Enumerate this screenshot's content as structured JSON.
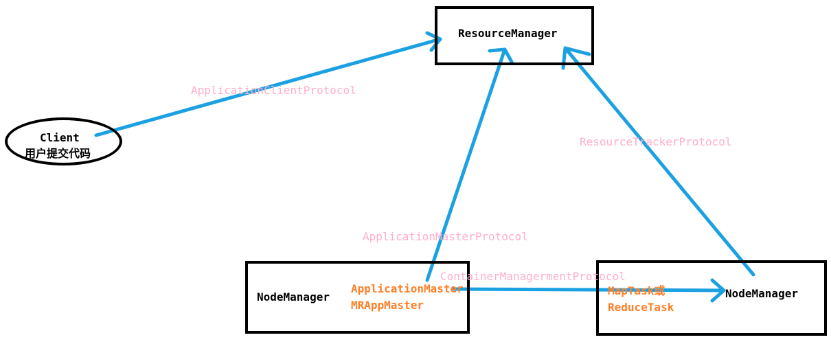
{
  "resource_manager": {
    "label": "ResourceManager"
  },
  "client": {
    "line1": "Client",
    "line2": "用户提交代码"
  },
  "node_manager_left": {
    "label": "NodeManager",
    "app_master_line1": "ApplicationMaster",
    "app_master_line2": "MRAppMaster"
  },
  "node_manager_right": {
    "label": "NodeManager",
    "task_line1": "MapTask或",
    "task_line2": "ReduceTask"
  },
  "protocols": {
    "client_protocol": "ApplicationClientProtocol",
    "master_protocol": "ApplicationMasterProtocol",
    "tracker_protocol": "ResourceTrackerProtocol",
    "container_protocol": "ContainerManagermentProtocol"
  },
  "colors": {
    "arrow": "#1ba1e2",
    "box_border": "#000000",
    "protocol_text": "#ffaec9",
    "component_text": "#ff7f27"
  }
}
